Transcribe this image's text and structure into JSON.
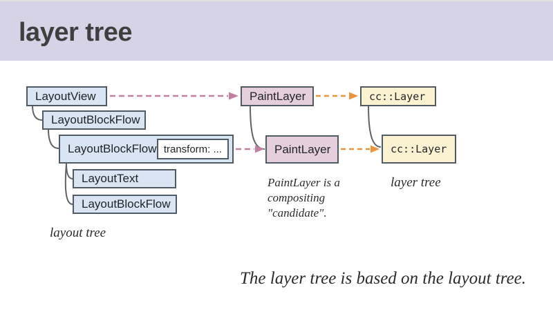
{
  "slide": {
    "title": "layer tree",
    "note": "The layer tree is based on the layout tree."
  },
  "layout_tree": {
    "caption": "layout tree",
    "nodes": {
      "layout_view": "LayoutView",
      "layout_block_flow_1": "LayoutBlockFlow",
      "layout_block_flow_2": "LayoutBlockFlow",
      "transform_badge": "transform: ...",
      "layout_text": "LayoutText",
      "layout_block_flow_3": "LayoutBlockFlow"
    }
  },
  "paint_layers": {
    "caption": "PaintLayer is a\ncompositing\n\"candidate\".",
    "nodes": {
      "paint_layer_1": "PaintLayer",
      "paint_layer_2": "PaintLayer"
    }
  },
  "layer_tree": {
    "caption": "layer tree",
    "nodes": {
      "cc_layer_1": "cc::Layer",
      "cc_layer_2": "cc::Layer"
    }
  },
  "colors": {
    "header_bg": "#d7d3e6",
    "layout_node_bg": "#d9e5f2",
    "paint_node_bg": "#e5cfdc",
    "cc_node_bg": "#fbf2d2",
    "node_border": "#4f5a63",
    "connector": "#5f6368",
    "layout_to_paint_arrow": "#c180a2",
    "paint_to_cc_arrow": "#e8953e"
  }
}
